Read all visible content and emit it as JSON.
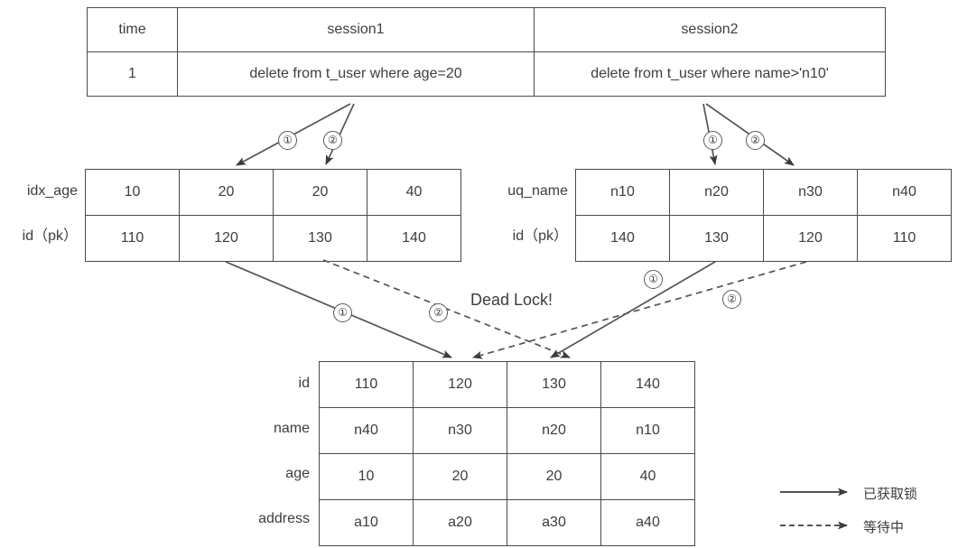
{
  "diagram": {
    "title_note": "Dead Lock!",
    "deadlock_label": "Dead Lock!"
  },
  "session_table": {
    "headers": [
      "time",
      "session1",
      "session2"
    ],
    "rows": [
      {
        "time": "1",
        "session1": "delete from t_user where age=20",
        "session2": "delete from t_user where name>'n10'"
      }
    ]
  },
  "idx_age_table": {
    "row_labels": [
      "idx_age",
      "id（pk）"
    ],
    "rows": [
      [
        "10",
        "20",
        "20",
        "40"
      ],
      [
        "110",
        "120",
        "130",
        "140"
      ]
    ]
  },
  "uq_name_table": {
    "row_labels": [
      "uq_name",
      "id（pk）"
    ],
    "rows": [
      [
        "n10",
        "n20",
        "n30",
        "n40"
      ],
      [
        "140",
        "130",
        "120",
        "110"
      ]
    ]
  },
  "main_table": {
    "row_labels": [
      "id",
      "name",
      "age",
      "address"
    ],
    "rows": [
      [
        "110",
        "120",
        "130",
        "140"
      ],
      [
        "n40",
        "n30",
        "n20",
        "n10"
      ],
      [
        "10",
        "20",
        "20",
        "40"
      ],
      [
        "a10",
        "a20",
        "a30",
        "a40"
      ]
    ]
  },
  "markers": {
    "s1_idx_1": "①",
    "s1_idx_2": "②",
    "s2_uq_1": "①",
    "s2_uq_2": "②",
    "s1_main_1": "①",
    "s1_main_2": "②",
    "s2_main_1": "①",
    "s2_main_2": "②"
  },
  "legend": {
    "items": [
      {
        "style": "solid",
        "label": "已获取锁"
      },
      {
        "style": "dashed",
        "label": "等待中"
      }
    ]
  },
  "colors": {
    "line": "#555555",
    "border": "#4a4a4a",
    "text": "#3d3d3d"
  }
}
